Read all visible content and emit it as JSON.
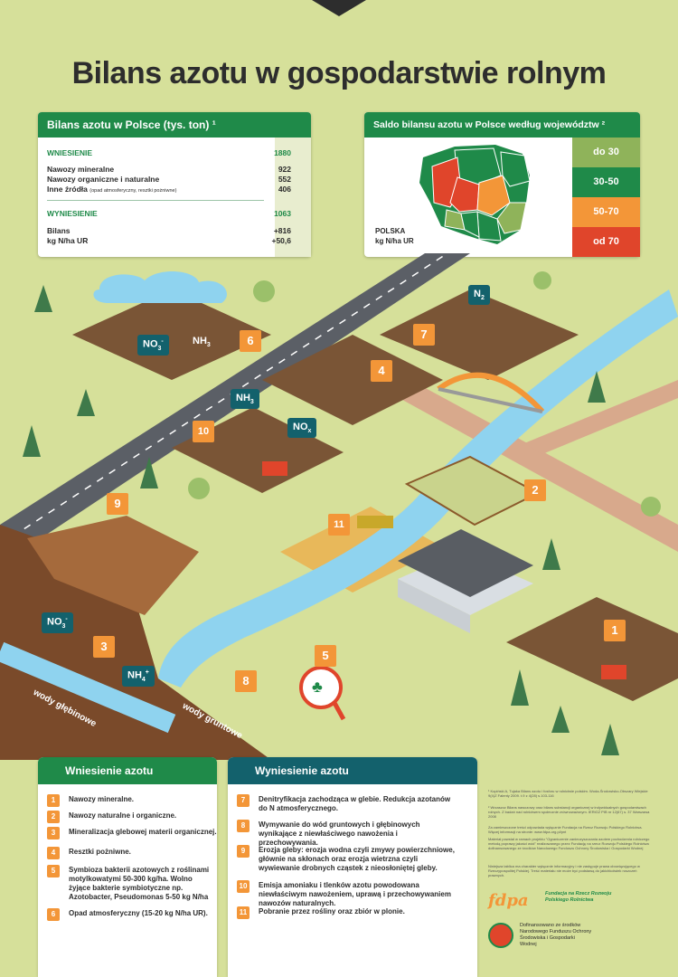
{
  "title": "Bilans azotu w gospodarstwie rolnym",
  "balance_card": {
    "title": "Bilans azotu w Polsce (tys. ton) ¹",
    "inflow_label": "WNIESIENIE",
    "inflow_value": "1880",
    "rows": [
      {
        "label": "Nawozy mineralne",
        "value": "922"
      },
      {
        "label": "Nawozy organiczne i naturalne",
        "value": "552"
      },
      {
        "label": "Inne źródła",
        "note": "(opad atmosferyczny, resztki pożniwne)",
        "value": "406"
      }
    ],
    "outflow_label": "WYNIESIENIE",
    "outflow_value": "1063",
    "balance_label": "Bilans",
    "balance_value": "+816",
    "per_ha_label": "kg N/ha UR",
    "per_ha_value": "+50,6"
  },
  "map_card": {
    "title": "Saldo bilansu azotu w Polsce według województw ²",
    "country": "POLSKA",
    "unit": "kg N/ha UR",
    "legend": [
      {
        "label": "do 30",
        "color": "#8fb35a"
      },
      {
        "label": "30-50",
        "color": "#1f8a49"
      },
      {
        "label": "50-70",
        "color": "#f39638"
      },
      {
        "label": "od 70",
        "color": "#e0452b"
      }
    ]
  },
  "scene": {
    "badges": [
      "1",
      "2",
      "3",
      "4",
      "5",
      "6",
      "7",
      "8",
      "9",
      "10",
      "11"
    ],
    "chem": {
      "no3_top": "NO",
      "no3_top_sub": "3",
      "no3_top_sup": "-",
      "nh3_top": "NH",
      "nh3_top_sub": "3",
      "n2": "N",
      "n2_sub": "2",
      "nh3_mid": "NH",
      "nh3_mid_sub": "3",
      "nox": "NO",
      "nox_sub": "x",
      "no3_low": "NO",
      "no3_low_sub": "3",
      "no3_low_sup": "-",
      "nh4": "NH",
      "nh4_sub": "4",
      "nh4_sup": "+"
    },
    "deep_water": "wody głębinowe",
    "ground_water": "wody gruntowe"
  },
  "inflow": {
    "title": "Wniesienie azotu",
    "items": [
      {
        "n": "1",
        "text": "Nawozy mineralne."
      },
      {
        "n": "2",
        "text": "Nawozy naturalne i organiczne."
      },
      {
        "n": "3",
        "text": "Mineralizacja glebowej materii organicznej."
      },
      {
        "n": "4",
        "text": "Resztki pożniwne."
      },
      {
        "n": "5",
        "text": "Symbioza bakterii azotowych z roślinami motylkowatymi 50-300 kg/ha. Wolno żyjące bakterie symbiotyczne np. Azotobacter, Pseudomonas 5-50 kg N/ha"
      },
      {
        "n": "6",
        "text": "Opad atmosferyczny (15-20 kg N/ha UR)."
      }
    ]
  },
  "outflow": {
    "title": "Wyniesienie azotu",
    "items": [
      {
        "n": "7",
        "text": "Denitryfikacja zachodząca w glebie. Redukcja azotanów do N atmosferycznego."
      },
      {
        "n": "8",
        "text": "Wymywanie do wód gruntowych i głębinowych wynikające z niewłaściwego nawożenia i przechowywania."
      },
      {
        "n": "9",
        "text": "Erozja gleby: erozja wodna czyli zmywy powierzchniowe, głównie na skłonach oraz erozja wietrzna czyli wywiewanie drobnych cząstek z nieosłoniętej gleby."
      },
      {
        "n": "10",
        "text": "Emisja amoniaku i tlenków azotu powodowana niewłaściwym nawożeniem, uprawą i przechowywaniem nawozów naturalnych."
      },
      {
        "n": "11",
        "text": "Pobranie przez rośliny oraz zbiór w plonie."
      }
    ]
  },
  "footnotes": {
    "f1": "¹ Kopiński A, Tujaka Bilans azotu i fosforu w rolnictwie polskim. Woda-Środowisko-Obszary Wiejskie 9(4)Z Falenty 2009. t.9 z 4(28) s.103-116",
    "f2": "² Wrzaszcz Bilans nawozowy oraz bilans substancji organicznej w indywidualnych gospodarstwach rolnych. Z badań nad rolnictwem społecznie zrównoważonym. IERiGŻ PIB nr 12(67) s. 37 Warszawa 2008",
    "f3": "Za zamieszczone treści odpowiada wyłącznie Fundacja na Rzecz Rozwoju Polskiego Rolnictwa. Więcej informacji na stronie: www.fdpa.org.pl/pnt",
    "f4": "Materiał powstał w ramach projektu \"Ograniczenie zanieczyszczania azotem pochodzenia rolniczego metodą poprawy jakości wód\" realizowanego przez Fundację na rzecz Rozwoju Polskiego Rolnictwa dofinansowanego ze środków Narodowego Funduszu Ochrony Środowiska i Gospodarki Wodnej",
    "f5": "Niniejsza tablica ma charakter wyłącznie informacyjny i nie zastępuje prawa obowiązującego w Rzeczypospolitej Polskiej. Treść materiału nie może być podstawą do jakichkolwiek roszczeń prawnych.",
    "fdpa": "fdpa",
    "fdpa_name": "Fundacja na Rzecz Rozwoju Polskiego Rolnictwa",
    "nfos": "Dofinansowano ze środków Narodowego Funduszu Ochrony Środowiska i Gospodarki Wodnej"
  }
}
